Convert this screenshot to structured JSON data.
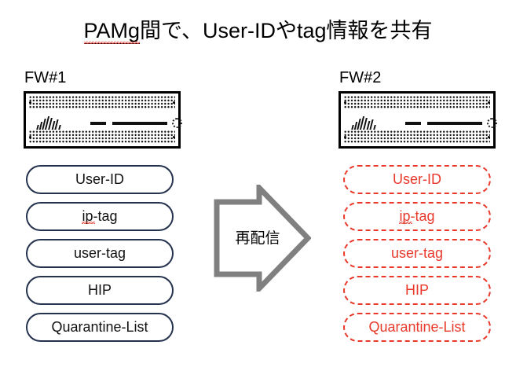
{
  "page": {
    "title": "PAMg間で、User-IDやtag情報を共有",
    "title_misspelled_segment": "PAMg",
    "title_rest": "間で、User-IDやtag情報を共有"
  },
  "colors": {
    "left_pill_border": "#24324d",
    "left_pill_text": "#111111",
    "right_pill_border": "#e8392b",
    "right_pill_text": "#e8392b",
    "arrow_stroke": "#808080",
    "device_frame": "#000000",
    "spellcheck_underline": "#e03020",
    "background": "#ffffff"
  },
  "devices": [
    {
      "label": "FW#1",
      "name": "firewall-1"
    },
    {
      "label": "FW#2",
      "name": "firewall-2"
    }
  ],
  "arrow": {
    "label": "再配信",
    "direction": "right"
  },
  "left_column": {
    "heading": "FW#1",
    "items": [
      {
        "label": "User-ID",
        "misspelled": false
      },
      {
        "label": "ip-tag",
        "misspelled": true
      },
      {
        "label": "user-tag",
        "misspelled": false
      },
      {
        "label": "HIP",
        "misspelled": false
      },
      {
        "label": "Quarantine-List",
        "misspelled": false
      }
    ]
  },
  "right_column": {
    "heading": "FW#2",
    "items": [
      {
        "label": "User-ID",
        "misspelled": false
      },
      {
        "label": "ip-tag",
        "misspelled": true
      },
      {
        "label": "user-tag",
        "misspelled": false
      },
      {
        "label": "HIP",
        "misspelled": false
      },
      {
        "label": "Quarantine-List",
        "misspelled": false
      }
    ]
  }
}
